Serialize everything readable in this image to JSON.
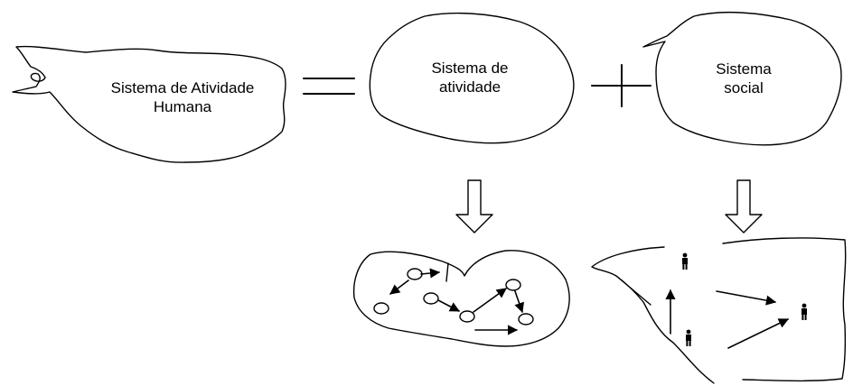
{
  "blobs": {
    "human_activity_system": {
      "line1": "Sistema de Atividade",
      "line2": "Humana"
    },
    "activity_system": {
      "line1": "Sistema de",
      "line2": "atividade"
    },
    "social_system": {
      "line1": "Sistema",
      "line2": "social"
    }
  },
  "operators": {
    "equals": "=",
    "plus": "+"
  },
  "colors": {
    "ink": "#000000",
    "background": "#ffffff"
  },
  "icons": [
    "down-arrow-icon",
    "person-icon",
    "circle-node-icon",
    "arrow-icon"
  ]
}
